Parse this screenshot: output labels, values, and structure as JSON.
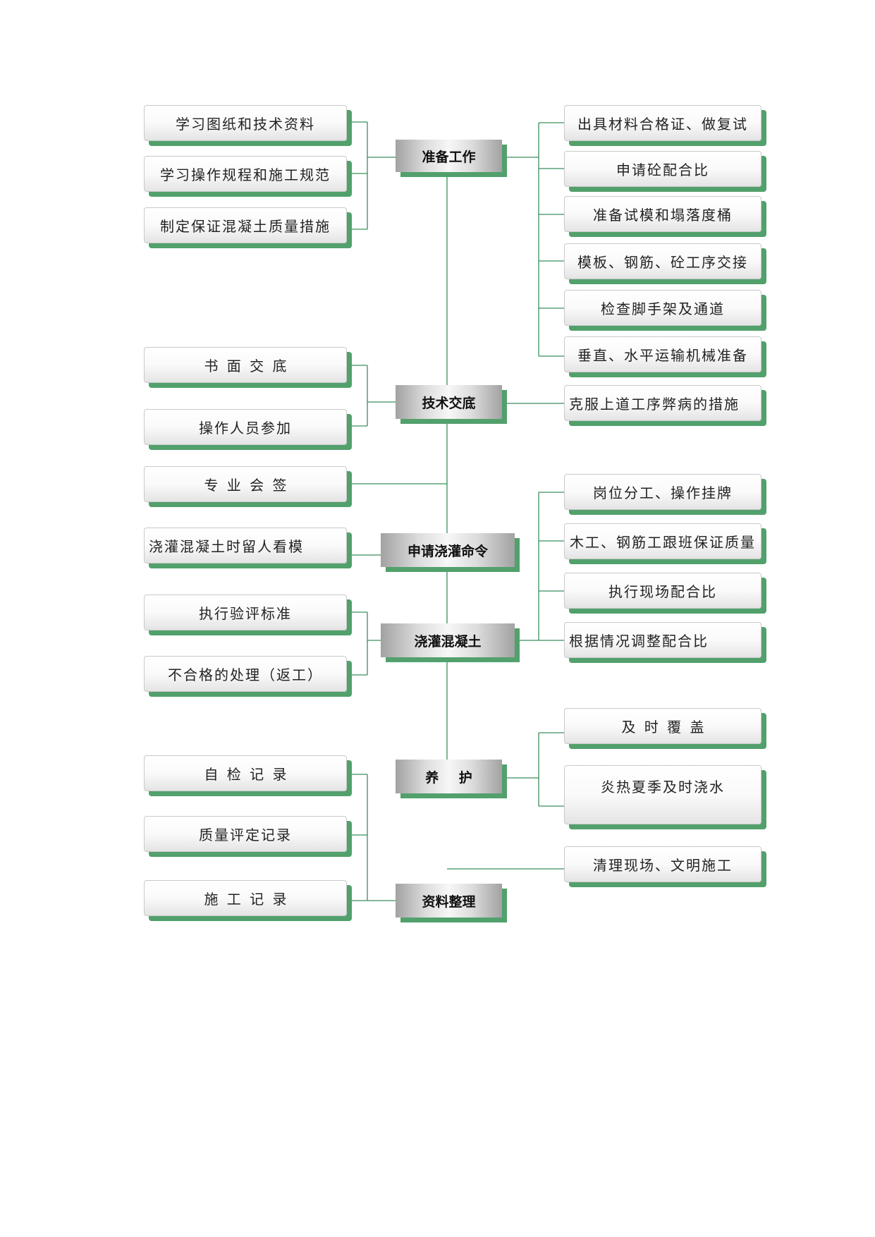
{
  "stages": {
    "prep": "准备工作",
    "tech": "技术交底",
    "apply": "申请浇灌命令",
    "pour": "浇灌混凝土",
    "cure": "养 护",
    "records": "资料整理"
  },
  "left": {
    "study_drawings": "学习图纸和技术资料",
    "study_rules": "学习操作规程和施工规范",
    "quality_measures": "制定保证混凝土质量措施",
    "written_brief": "书 面 交 底",
    "staff_attend": "操作人员参加",
    "joint_sign": "专 业 会 签",
    "watch_form": "浇灌混凝土时留人看模",
    "acceptance": "执行验评标准",
    "nonconform": "不合格的处理（返工）",
    "self_check": "自 检 记 录",
    "quality_record": "质量评定记录",
    "construction_record": "施 工 记 录"
  },
  "right": {
    "certificates": "出具材料合格证、做复试",
    "mix_ratio": "申请砼配合比",
    "test_molds": "准备试模和塌落度桶",
    "handover": "模板、钢筋、砼工序交接",
    "scaffold": "检查脚手架及通道",
    "machinery": "垂直、水平运输机械准备",
    "overcome": "克服上道工序弊病的措施",
    "post_division": "岗位分工、操作挂牌",
    "follow_shift": "木工、钢筋工跟班保证质量",
    "site_ratio": "执行现场配合比",
    "adjust_ratio": "根据情况调整配合比",
    "cover": "及 时 覆 盖",
    "summer_water": "炎热夏季及时浇水",
    "cleanup": "清理现场、文明施工"
  }
}
